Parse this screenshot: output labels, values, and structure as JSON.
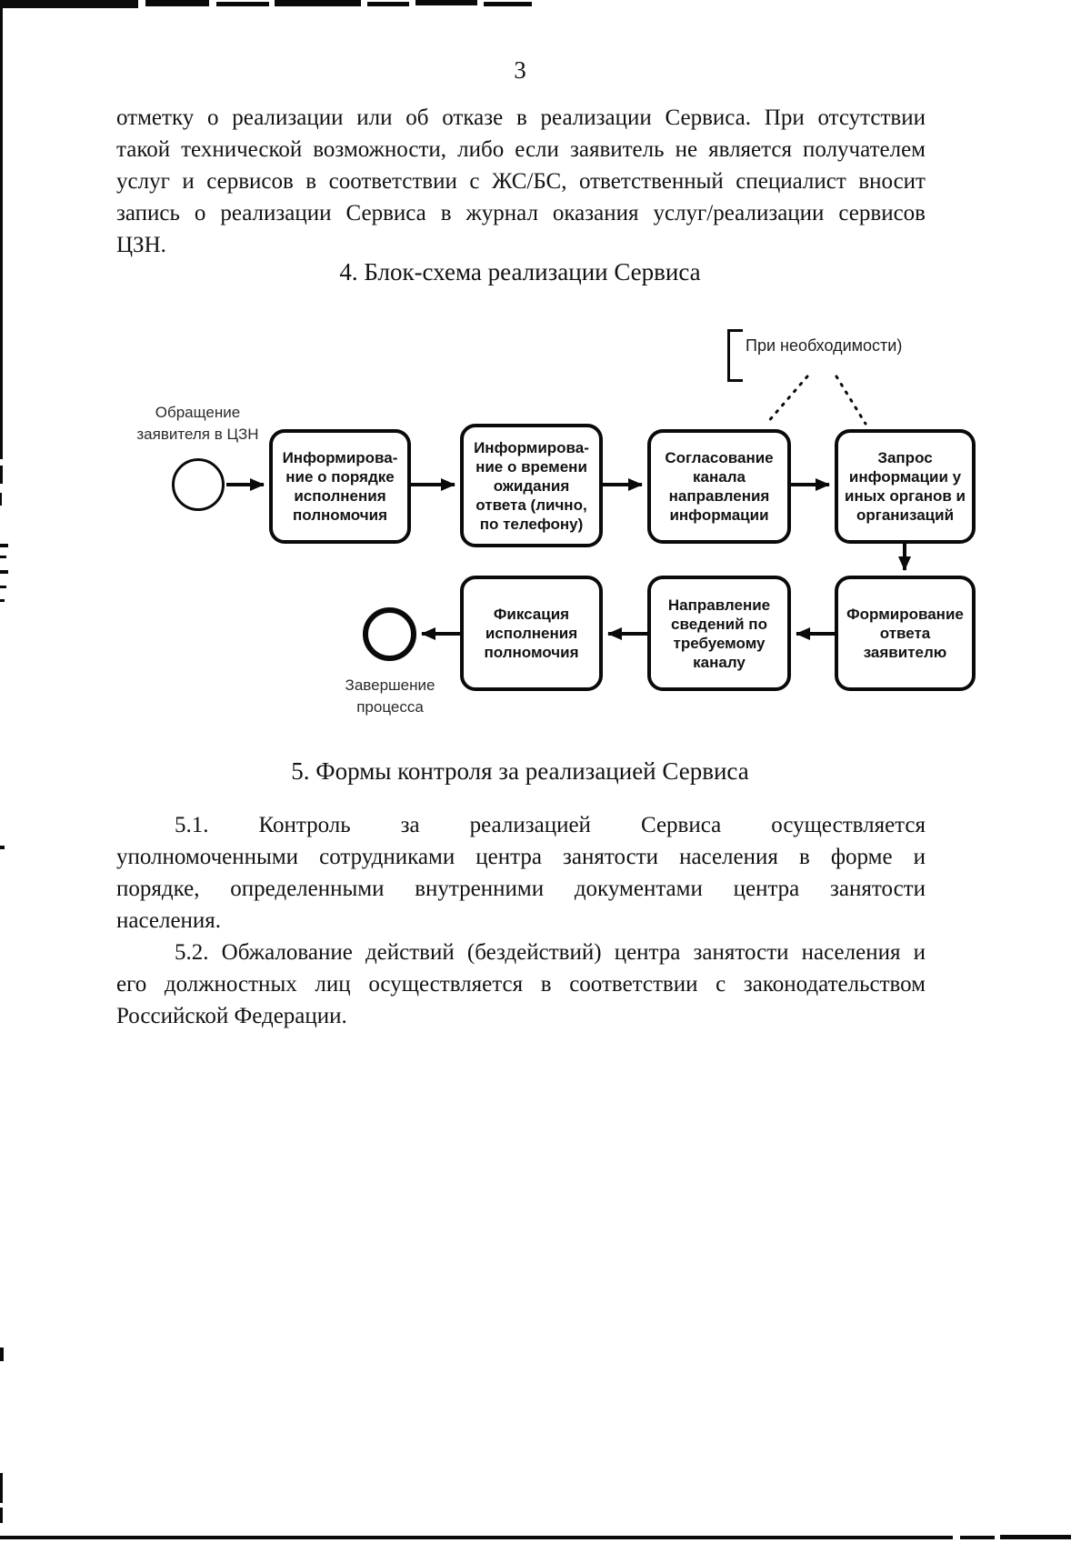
{
  "page_number": "3",
  "intro": {
    "lines": [
      "отметку о реализации или об отказе в реализации Сервиса. При отсутствии",
      "такой технической возможности, либо если заявитель не является получателем",
      "услуг и сервисов в соответствии с ЖС/БС, ответственный специалист вносит",
      "запись о реализации Сервиса в журнал оказания услуг/реализации сервисов",
      "ЦЗН."
    ]
  },
  "section4": {
    "heading": "4. Блок-схема реализации Сервиса",
    "flowchart": {
      "annotation": "При необходимости)",
      "start_label": "Обращение\nзаявителя в ЦЗН",
      "end_label": "Завершение\nпроцесса",
      "boxes": [
        {
          "id": "inform-order",
          "text": "Информирова-\nние о порядке\nисполнения\nполномочия"
        },
        {
          "id": "inform-wait-time",
          "text": "Информирова-\nние о времени\nожидания\nответа (лично,\nпо телефону)"
        },
        {
          "id": "channel-approval",
          "text": "Согласование\nканала\nнаправления\nинформации"
        },
        {
          "id": "request-info",
          "text": "Запрос\nинформации у\nиных органов и\nорганизаций"
        },
        {
          "id": "form-answer",
          "text": "Формирование\nответа\nзаявителю"
        },
        {
          "id": "send-data",
          "text": "Направление\nсведений по\nтребуемому\nканалу"
        },
        {
          "id": "fix-execution",
          "text": "Фиксация\nисполнения\nполномочия"
        }
      ]
    }
  },
  "section5": {
    "heading": "5. Формы контроля за реализацией Сервиса",
    "para_5_1": {
      "lines": [
        "5.1. Контроль за реализацией Сервиса осуществляется",
        "уполномоченными сотрудниками центра занятости населения в форме и",
        "порядке, определенными внутренними документами центра занятости",
        "населения."
      ]
    },
    "para_5_2": {
      "lines": [
        "5.2. Обжалование действий (бездействий) центра занятости населения и",
        "его должностных лиц осуществляется в соответствии с законодательством",
        "Российской Федерации."
      ]
    }
  },
  "colors": {
    "ink": "#0a0a0a",
    "paper": "#ffffff"
  }
}
